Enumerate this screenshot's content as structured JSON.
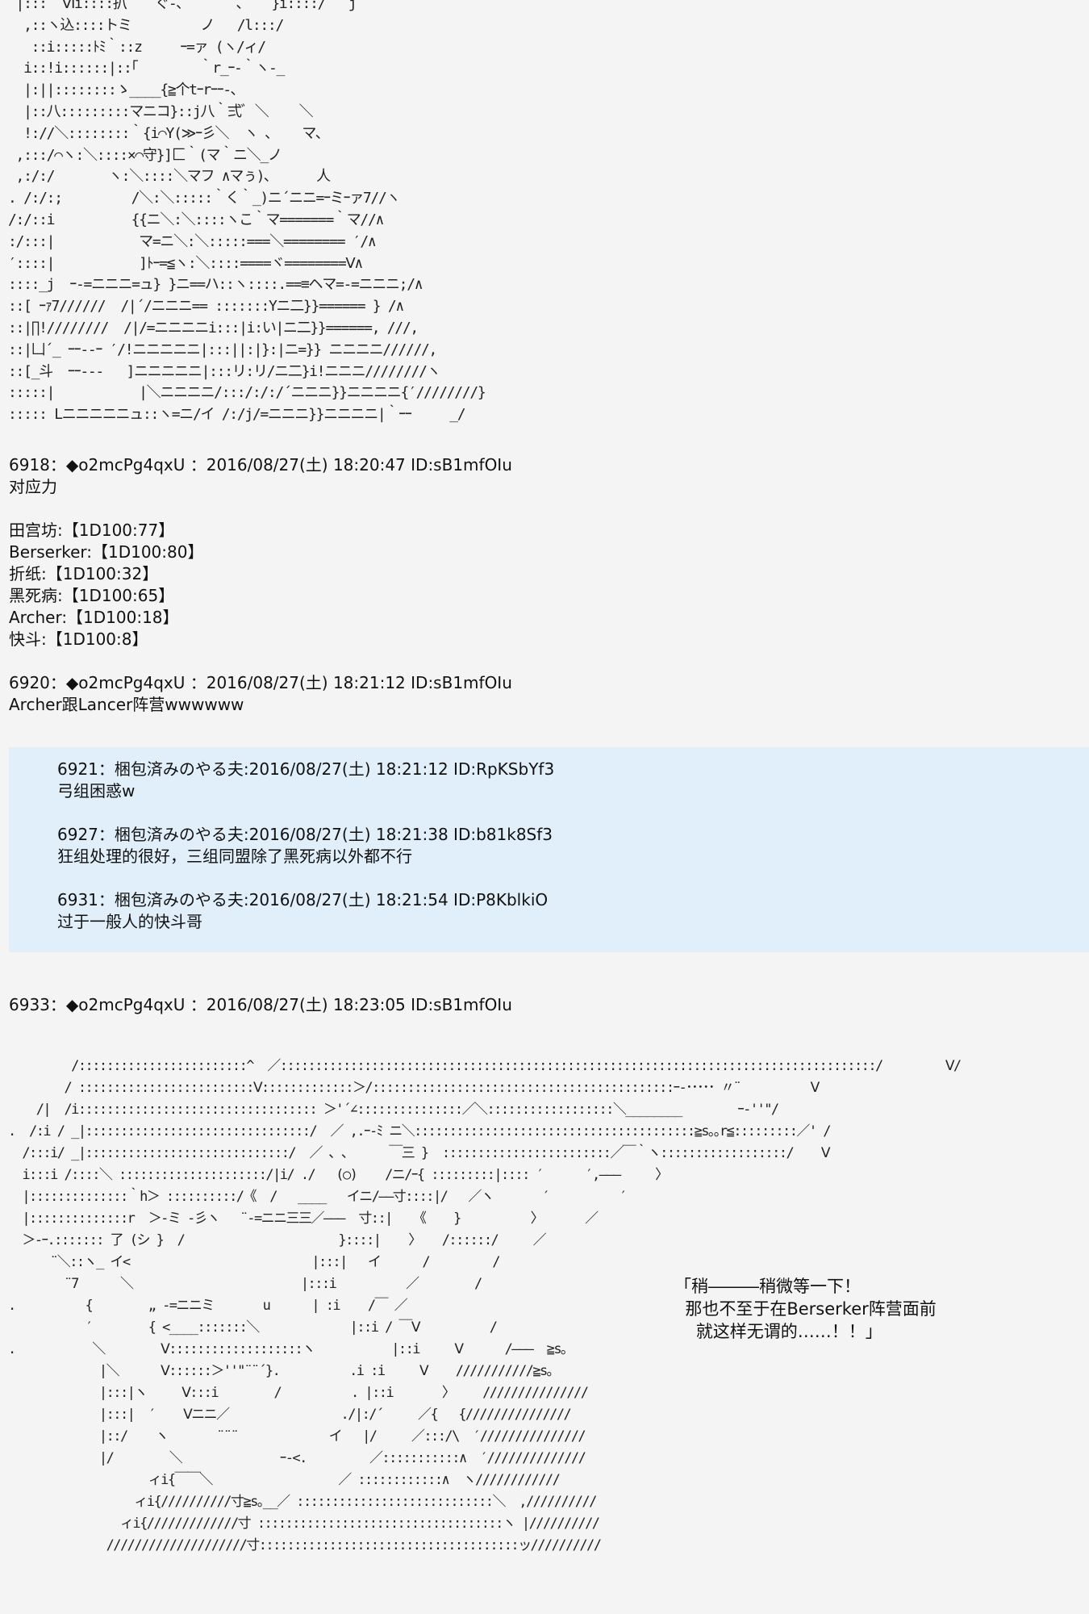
{
  "art_top": " |:::  Ⅵi::::扒  ｀ぐ‐､       ､ ｀ }i::::/   j\n  ,::ヽ込::::トミ         ノ   /l:::/\n   ::i:::::ﾄﾐ｀::z     ｰ=ァ (ヽ/ィ/\n  i::!i::::::|::｢        ｀r_ｰ-｀ヽ-_\n  |:||::::::::ゝ____{≧个tｰrｰｰ-､\n  |::八:::::::::マニコ}::j八｀弍ﾞ ＼    ＼\n  !://＼::::::::｀{i⌒Y(≫ｰ彡＼  ヽ ､    マ､\n ,:::/⌒ヽ:＼::::×⌒守}]匚｀(マ｀ニ＼_ノ\n ,:/:/       ヽ:＼::::＼マフ ∧マぅ)､      人\n. /:/:;         /＼:＼:::::｀く｀_)ニ´ニニ=ｰミｰァ7//ヽ\n/:/::i          {{ニ＼:＼::::ヽこ｀マ=======｀マ//∧\n:/:::|           マ=ニ＼:＼:::::===＼======== ′/∧\n′::::|           ]ﾄｰ=≦ヽ:＼::::====ヾ========Ⅴ∧\n::::_j  ｰ-=ニニニ=ュ} }ニ==ハ::ヽ::::.==≡ヘマ=-=ニニニ;/∧\n::[ ｰｧ7//////  /|´/ニニニ== :::::::Yニ二}}====== } /∧\n::|∏!////////  /|/=ニニニニi:::|i:い|ニ二}}======, ///,\n::|凵´_ ｰｰ‐-ｰ ′/!ニニニニニ|:::||:|}:|ニ=}} ニニニニ//////,\n::[_斗  ｰｰ‐‐-   ]ニニニニニ|:::リ:リ/ニ二}i!ニニニ////////ヽ\n:::::|           |＼ニニニニ/:::/:/:/´ニニニ}}ニニニニ{′////////}\n::::: Lニニニニニュ::ヽ=ニ/イ /:/j/=ニニニ}}ニニニニ|｀ｰｰ     _/",
  "posts": [
    {
      "header": "6918：◆o2mcPg4qxU ：2016/08/27(土) 18:20:47 ID:sB1mfOIu",
      "lines": [
        "对应力",
        "",
        "田宫坊:【1D100:77】",
        "Berserker:【1D100:80】",
        "折纸:【1D100:32】",
        "黑死病:【1D100:65】",
        "Archer:【1D100:18】",
        "快斗:【1D100:8】"
      ]
    },
    {
      "header": "6920：◆o2mcPg4qxU ：2016/08/27(土) 18:21:12 ID:sB1mfOIu",
      "lines": [
        "Archer跟Lancer阵营wwwwww"
      ]
    },
    {
      "header": "6933：◆o2mcPg4qxU ：2016/08/27(土) 18:23:05 ID:sB1mfOIu",
      "lines": []
    }
  ],
  "quotes": [
    {
      "header": "6921：梱包済みのやる夫:2016/08/27(土) 18:21:12 ID:RpKSbYf3",
      "text": "弓组困惑w"
    },
    {
      "header": "6927：梱包済みのやる夫:2016/08/27(土) 18:21:38 ID:b81k8Sf3",
      "text": "狂组处理的很好，三组同盟除了黑死病以外都不行"
    },
    {
      "header": "6931：梱包済みのやる夫:2016/08/27(土) 18:21:54 ID:P8KblkiO",
      "text": "过于一般人的快斗哥"
    }
  ],
  "speech": {
    "line1": "「稍―――稍微等一下！",
    "line2": "  那也不至于在Berserker阵营面前",
    "line3": "    就这样无谓的……！！」"
  },
  "art_bottom": "         /::::::::::::::::::::::::^  ／:::::::::::::::::::::::::::::::::::::::::::::::::::::::::::::::::::::::::::::::::::::/         Ⅴ/\n        / :::::::::::::::::::::::::Ⅴ:::::::::::::＞/:::::::::::::::::::::::::::::::::::::::::::ｰ-･････ 〃¨          Ⅴ\n    /|  /i:::::::::::::::::::::::::::::::::: ＞'´∠:::::::::::::::／＼::::::::::::::::::＼________        ｰ-''\"/\n.  /:i / _|::::::::::::::::::::::::::::::::/  ／ ,.ｰ-ﾐ ニ＼::::::::::::::::::::::::::::::::::::::::≧s｡｡r≦:::::::::／' /\n  /:::i/ _|:::::::::::::::::::::::::::::/  ／ ､ ､      ￣三 }  ::::::::::::::::::::::::／￣｀ヽ::::::::::::::::::/    Ⅴ\n  i:::i /::::＼ :::::::::::::::::::::/|i/ ./   (○)    /ニ/ｰ{ :::::::::|:::: ′      ′,―――     〉\n  |::::::::::::::｀h＞ ::::::::::/《  /   ____   イニ/――寸::::|/   ／ヽ       ′          ′\n  |::::::::::::::r  ＞-ミ -彡ヽ   ¨-=ニニ三三／―――  寸::|   《    }          〉      ／\n  ＞-ｰ.::::::: 了 (シ }  /                      }::::|    〉   /::::::/     ／\n      ¨＼::ヽ_ イ<                          |:::|   イ      /         /\n        ¨7      ＼                        |:::i          ／        /\n.          {        „ -=ニニミ       u      | :i    /￣ ／\n           ′        { <____:::::::＼             |::i / ￣Ⅴ          /\n.           ＼        Ⅴ:::::::::::::::::::ヽ           |::i     Ⅴ      /―――  ≧s｡\n             |＼      Ⅴ::::::＞''\"¨¨´}.          .i :i     Ⅴ    ///////////≧s｡\n             |:::|ヽ     Ⅴ:::i        /          . |::i       〉    ///////////////\n             |:::|  ′    Ⅴニニ／                ./|:/´     ／{   {///////////////\n             |::/    ヽ       ¨¨¨             イ   |/     ／:::/\\  ′///////////////\n             |/        ＼              ｰ-<.         ／:::::::::::∧  ′//////////////\n                    ィi{￣￣＼                  ／ ::::::::::::∧  ヽ////////////\n                  ィi{//////////寸≧s｡__／ ::::::::::::::::::::::::::::＼  ,//////////\n                ィi{/////////////寸 :::::::::::::::::::::::::::::::::::ヽ |//////////\n              ////////////////////寸:::::::::::::::::::::::::::::::::::::ッ//////////"
}
